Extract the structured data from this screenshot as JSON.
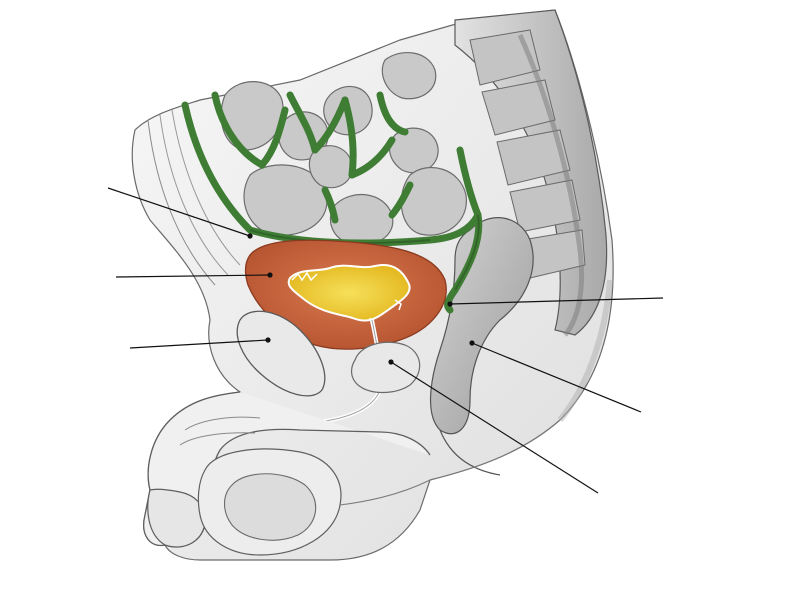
{
  "figure": {
    "labels": [],
    "colors": {
      "background": "#ffffff",
      "outline": "#5a5a5a",
      "skin_light": "#f2f2f2",
      "skin_shade": "#d8d8d8",
      "skin_dark": "#b5b5b5",
      "peritoneum_green": "#3f7d35",
      "peritoneum_dark": "#2f5f28",
      "bladder_wall": "#c8643f",
      "bladder_wall_dark": "#a94d2c",
      "bladder_lumen": "#f0cf2f",
      "leader_line": "#111111"
    },
    "structures": [
      "peritoneum",
      "bladder-wall",
      "bladder-lumen",
      "pubic-symphysis",
      "prostate",
      "rectum",
      "sacrum",
      "penis",
      "scrotum",
      "testis",
      "small-intestine-loops",
      "urethra"
    ]
  }
}
